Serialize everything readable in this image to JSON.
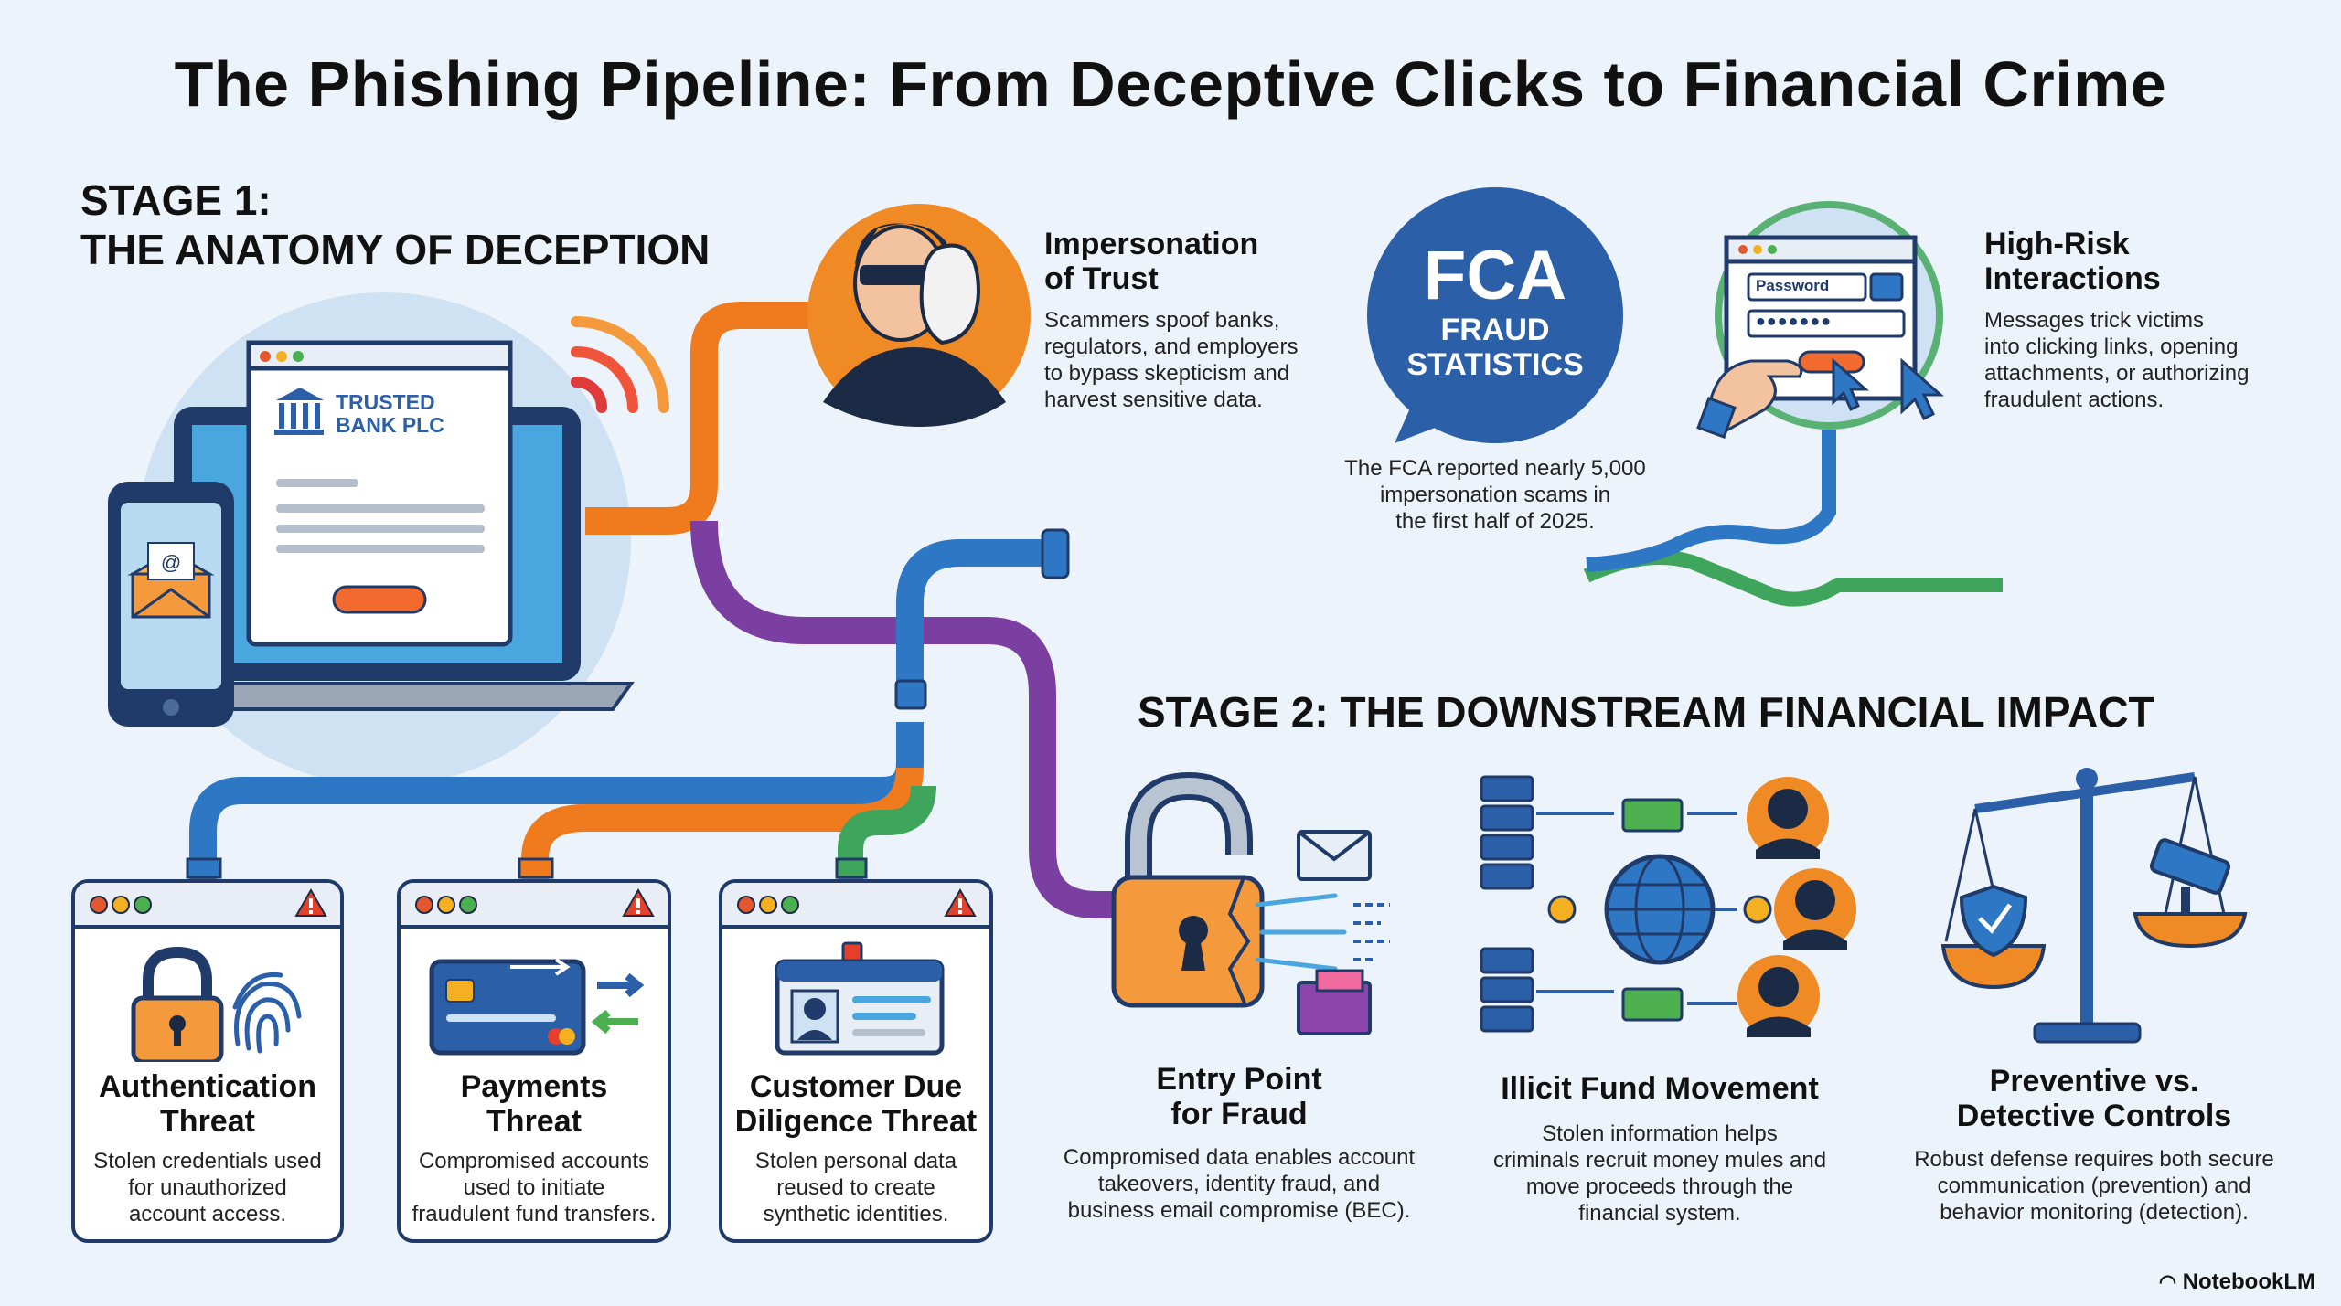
{
  "title": "The Phishing Pipeline: From Deceptive Clicks to Financial Crime",
  "stage1": {
    "line1": "STAGE 1:",
    "line2": "THE ANATOMY OF DECEPTION",
    "bank_name_line1": "TRUSTED",
    "bank_name_line2": "BANK PLC"
  },
  "impersonation": {
    "title_line1": "Impersonation",
    "title_line2": "of Trust",
    "desc": [
      "Scammers spoof banks,",
      "regulators, and employers",
      "to bypass skepticism and",
      "harvest sensitive data."
    ]
  },
  "fca": {
    "badge_line1": "FCA",
    "badge_line2": "FRAUD",
    "badge_line3": "STATISTICS",
    "desc": [
      "The FCA reported nearly 5,000",
      "impersonation scams in",
      "the first half of 2025."
    ]
  },
  "high_risk": {
    "title_line1": "High-Risk",
    "title_line2": "Interactions",
    "password_label": "Password",
    "password_mask": "●●●●●●●",
    "desc": [
      "Messages trick victims",
      "into clicking links, opening",
      "attachments, or authorizing",
      "fraudulent actions."
    ]
  },
  "stage1_cards": [
    {
      "title_line1": "Authentication",
      "title_line2": "Threat",
      "desc": [
        "Stolen credentials used",
        "for unauthorized",
        "account access."
      ]
    },
    {
      "title_line1": "Payments",
      "title_line2": "Threat",
      "desc": [
        "Compromised accounts",
        "used to initiate",
        "fraudulent fund transfers."
      ]
    },
    {
      "title_line1": "Customer Due",
      "title_line2": "Diligence Threat",
      "desc": [
        "Stolen personal data",
        "reused to create",
        "synthetic identities."
      ]
    }
  ],
  "stage2": {
    "title": "STAGE 2: THE DOWNSTREAM FINANCIAL IMPACT",
    "items": [
      {
        "title_line1": "Entry Point",
        "title_line2": "for Fraud",
        "desc": [
          "Compromised data enables account",
          "takeovers, identity fraud, and",
          "business email compromise (BEC)."
        ]
      },
      {
        "title_line1": "Illicit Fund Movement",
        "desc": [
          "Stolen information helps",
          "criminals recruit money mules and",
          "move proceeds through the",
          "financial system."
        ]
      },
      {
        "title_line1": "Preventive vs.",
        "title_line2": "Detective Controls",
        "desc": [
          "Robust defense requires both secure",
          "communication (prevention) and",
          "behavior monitoring (detection)."
        ]
      }
    ]
  },
  "brand": "NotebookLM",
  "colors": {
    "navy": "#203b6a",
    "orange": "#f07b1e",
    "purple": "#7a3fa0",
    "blue": "#2e77c4",
    "green": "#3fa55c"
  }
}
